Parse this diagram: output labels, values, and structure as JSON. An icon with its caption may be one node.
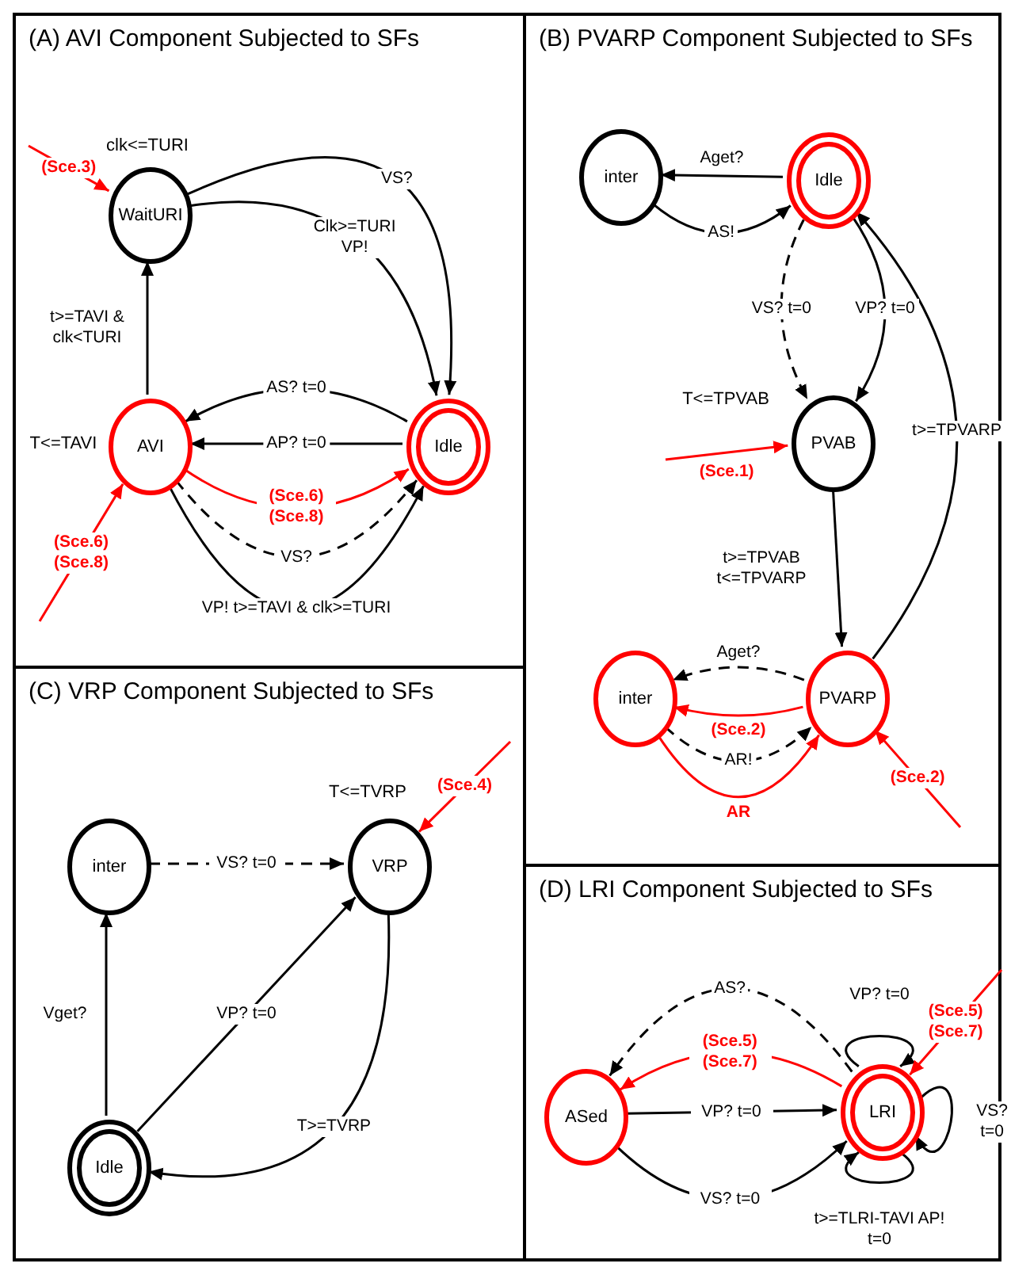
{
  "diagram": {
    "nodes": [
      {
        "text": [
          "(A) AVI Component Subjected to SFs"
        ]
      },
      {
        "text": [
          "WaitURI"
        ],
        "in": 0,
        "beside": [
          "clk<=TURI"
        ]
      },
      {
        "text": [
          "AVI"
        ],
        "in": 0,
        "beside": [
          "T<=TAVI"
        ]
      },
      {
        "text": [
          "Idle"
        ],
        "in": 0
      },
      {
        "text": [
          "(B) PVARP Component Subjected to SFs"
        ]
      },
      {
        "text": [
          "inter"
        ],
        "in": 4
      },
      {
        "text": [
          "Idle"
        ],
        "in": 4
      },
      {
        "text": [
          "PVAB"
        ],
        "in": 4,
        "beside": [
          "T<=TPVAB"
        ]
      },
      {
        "text": [
          "inter"
        ],
        "in": 4
      },
      {
        "text": [
          "PVARP"
        ],
        "in": 4
      },
      {
        "text": [
          "(C) VRP Component Subjected to SFs"
        ]
      },
      {
        "text": [
          "inter"
        ],
        "in": 10
      },
      {
        "text": [
          "VRP"
        ],
        "in": 10,
        "beside": [
          "T<=TVRP"
        ]
      },
      {
        "text": [
          "Idle"
        ],
        "in": 10
      },
      {
        "text": [
          "(D) LRI Component Subjected to SFs"
        ]
      },
      {
        "text": [
          "ASed"
        ],
        "in": 14
      },
      {
        "text": [
          "LRI"
        ],
        "in": 14
      }
    ],
    "edges": [
      {
        "from": null,
        "to": 1,
        "arrow": "to",
        "label": "(Sce.3)",
        "color": "#ff0000"
      },
      {
        "from": 1,
        "to": 3,
        "arrow": "to",
        "label": "VS?"
      },
      {
        "from": 1,
        "to": 3,
        "arrow": "to",
        "label": "Clk>=TURI VP!"
      },
      {
        "from": 2,
        "to": 1,
        "arrow": "to",
        "label": "t>=TAVI & clk<TURI"
      },
      {
        "from": 3,
        "to": 2,
        "arrow": "to",
        "label": "AS? t=0"
      },
      {
        "from": 3,
        "to": 2,
        "arrow": "to",
        "label": "AP? t=0"
      },
      {
        "from": 2,
        "to": 3,
        "arrow": "to",
        "label": "(Sce.6) (Sce.8)",
        "color": "#ff0000"
      },
      {
        "from": 2,
        "to": 3,
        "arrow": "to",
        "label": "VS?",
        "style": "dashed"
      },
      {
        "from": 2,
        "to": 3,
        "arrow": "to",
        "label": "VP! t>=TAVI & clk>=TURI"
      },
      {
        "from": null,
        "to": 2,
        "arrow": "to",
        "label": "(Sce.6) (Sce.8)",
        "color": "#ff0000"
      },
      {
        "from": 6,
        "to": 5,
        "arrow": "to",
        "label": "Aget?"
      },
      {
        "from": 5,
        "to": 6,
        "arrow": "to",
        "label": "AS!"
      },
      {
        "from": 6,
        "to": 7,
        "arrow": "to",
        "label": "VS? t=0",
        "style": "dashed"
      },
      {
        "from": 6,
        "to": 7,
        "arrow": "to",
        "label": "VP? t=0"
      },
      {
        "from": null,
        "to": 7,
        "arrow": "to",
        "label": "(Sce.1)",
        "color": "#ff0000"
      },
      {
        "from": 7,
        "to": 9,
        "arrow": "to",
        "label": "t>=TPVAB t<=TPVARP"
      },
      {
        "from": 9,
        "to": 6,
        "arrow": "to",
        "label": "t>=TPVARP"
      },
      {
        "from": 9,
        "to": 8,
        "arrow": "to",
        "label": "Aget?",
        "style": "dashed"
      },
      {
        "from": 9,
        "to": 8,
        "arrow": "to",
        "label": "(Sce.2)",
        "color": "#ff0000"
      },
      {
        "from": 8,
        "to": 9,
        "arrow": "to",
        "label": "AR!",
        "style": "dashed"
      },
      {
        "from": 8,
        "to": 9,
        "arrow": "to",
        "label": "AR",
        "color": "#ff0000"
      },
      {
        "from": null,
        "to": 9,
        "arrow": "to",
        "label": "(Sce.2)",
        "color": "#ff0000"
      },
      {
        "from": 11,
        "to": 12,
        "arrow": "to",
        "label": "VS? t=0",
        "style": "dashed"
      },
      {
        "from": 13,
        "to": 11,
        "arrow": "to",
        "label": "Vget?"
      },
      {
        "from": 13,
        "to": 12,
        "arrow": "to",
        "label": "VP? t=0"
      },
      {
        "from": 12,
        "to": 13,
        "arrow": "to",
        "label": "T>=TVRP"
      },
      {
        "from": null,
        "to": 12,
        "arrow": "to",
        "label": "(Sce.4)",
        "color": "#ff0000"
      },
      {
        "from": 16,
        "to": 15,
        "arrow": "to",
        "label": "AS?",
        "style": "dashed"
      },
      {
        "from": 16,
        "to": 15,
        "arrow": "to",
        "label": "(Sce.5) (Sce.7)",
        "color": "#ff0000"
      },
      {
        "from": 15,
        "to": 16,
        "arrow": "to",
        "label": "VP? t=0"
      },
      {
        "from": 15,
        "to": 16,
        "arrow": "to",
        "label": "VS? t=0"
      },
      {
        "from": 16,
        "to": 16,
        "arrow": "to",
        "label": "VP? t=0"
      },
      {
        "from": 16,
        "to": 16,
        "arrow": "to",
        "label": "VS? t=0"
      },
      {
        "from": 16,
        "to": 16,
        "arrow": "to",
        "label": "t>=TLRI-TAVI AP! t=0"
      },
      {
        "from": null,
        "to": 16,
        "arrow": "to",
        "label": "(Sce.5) (Sce.7)",
        "color": "#ff0000"
      }
    ]
  }
}
